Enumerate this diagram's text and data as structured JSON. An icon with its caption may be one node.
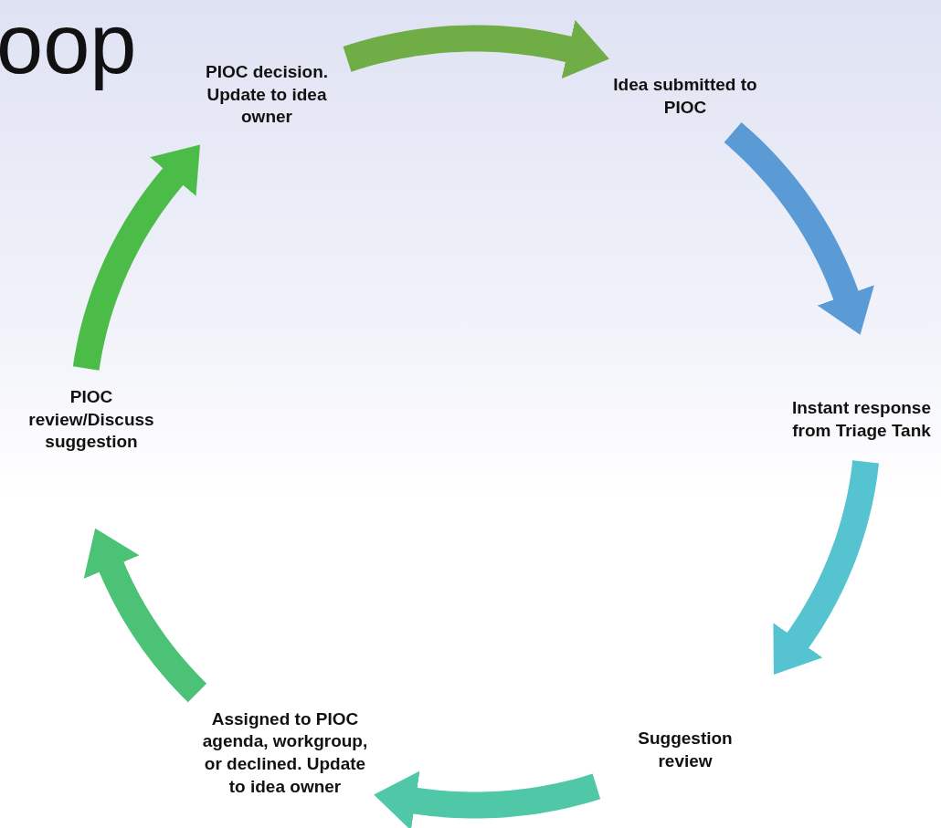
{
  "diagram": {
    "title": "oop",
    "nodes": [
      {
        "text": [
          "PIOC decision. Update to idea owner"
        ]
      },
      {
        "text": [
          "Idea submitted to PIOC"
        ]
      },
      {
        "text": [
          "PIOC review/Discuss suggestion"
        ]
      },
      {
        "text": [
          "Instant response from Triage Tank"
        ]
      },
      {
        "text": [
          "Assigned to PIOC agenda, workgroup, or declined. Update to idea owner"
        ]
      },
      {
        "text": [
          "Suggestion review"
        ]
      }
    ],
    "edges": [
      {
        "from": 0,
        "to": 1,
        "arrow": "to",
        "color": "#70ad47"
      },
      {
        "from": 1,
        "to": 3,
        "arrow": "to",
        "color": "#5b9bd5"
      },
      {
        "from": 3,
        "to": 5,
        "arrow": "to",
        "color": "#56c3d0"
      },
      {
        "from": 5,
        "to": 4,
        "arrow": "to",
        "color": "#50c8a8"
      },
      {
        "from": 4,
        "to": 2,
        "arrow": "to",
        "color": "#4cc277"
      },
      {
        "from": 2,
        "to": 0,
        "arrow": "to",
        "color": "#4cbc48"
      }
    ]
  }
}
